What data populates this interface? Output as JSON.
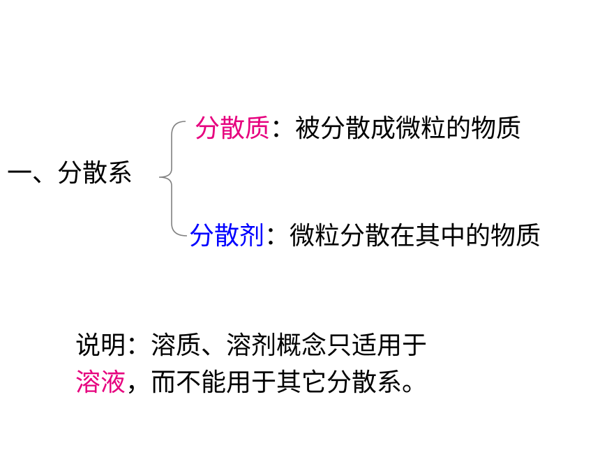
{
  "heading": {
    "text": "一、分散系"
  },
  "rows": [
    {
      "term": "分散质",
      "separator": "：",
      "definition": "被分散成微粒的物质"
    },
    {
      "term": "分散剂",
      "separator": "：",
      "definition": "微粒分散在其中的物质"
    }
  ],
  "note": {
    "line1": "说明：溶质、溶剂概念只适用于",
    "line2_term": "溶液",
    "line2_rest": "，而不能用于其它分散系。"
  },
  "colors": {
    "dispersoid_term": "#e6007e",
    "medium_term": "#0000ff",
    "solution_term": "#e6007e",
    "text": "#000000",
    "brace": "#808080"
  }
}
